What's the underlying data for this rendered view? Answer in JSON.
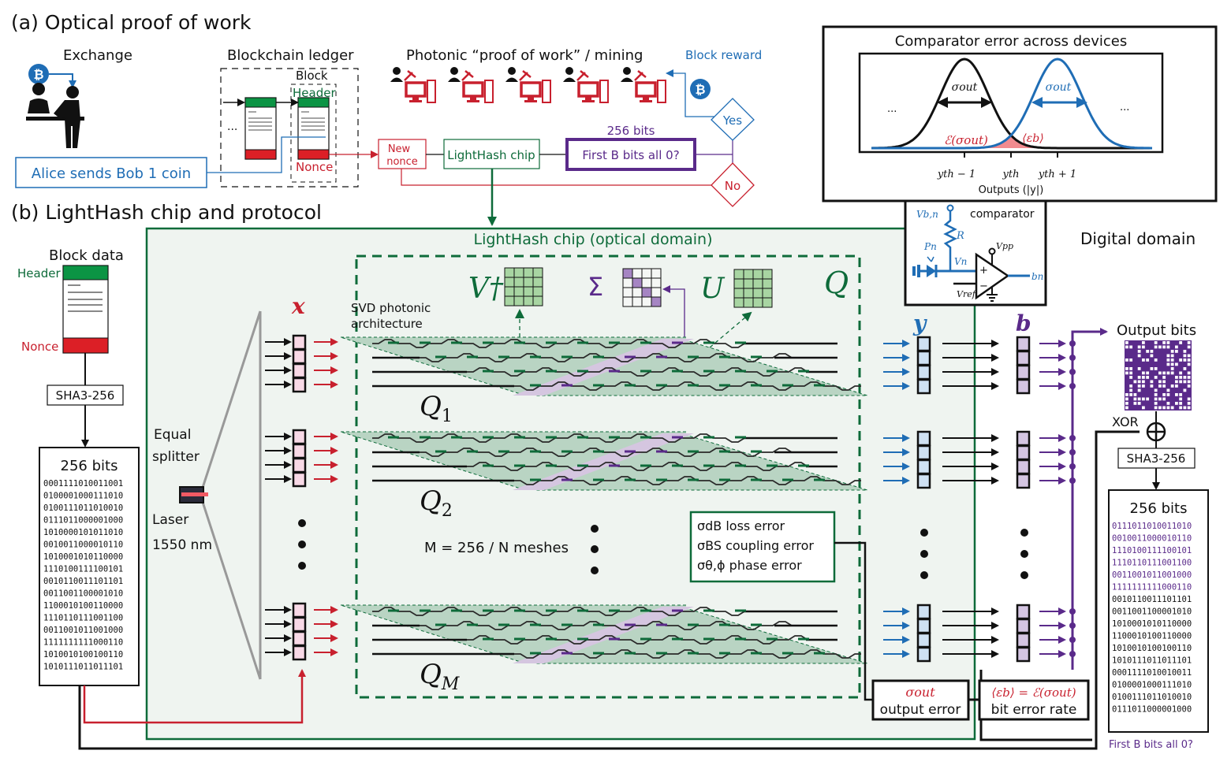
{
  "panel_a": {
    "label": "(a)  Optical proof of work",
    "exchange": {
      "title": "Exchange",
      "transaction": "Alice sends Bob 1 coin"
    },
    "ledger": {
      "title": "Blockchain ledger",
      "block": "Block",
      "header": "Header",
      "nonce": "Nonce",
      "ellipsis": "..."
    },
    "mining": {
      "title": "Photonic “proof of work” / mining",
      "miner_count": 5,
      "block_reward": "Block reward"
    },
    "flow": {
      "new_nonce_1": "New",
      "new_nonce_2": "nonce",
      "lighthash_chip": "LightHash chip",
      "bits_label": "256 bits",
      "check": "First B bits all 0?",
      "yes": "Yes",
      "no": "No"
    }
  },
  "comparator_panel": {
    "title": "Comparator error across devices",
    "sigma_left": "σout",
    "sigma_right": "σout",
    "error_label": "ℰ(σout)",
    "eps_label": "⟨εb⟩",
    "ellipsis_left": "...",
    "ellipsis_right": "...",
    "ticks": [
      "yth − 1",
      "yth",
      "yth + 1"
    ],
    "xlabel": "Outputs (|y|)"
  },
  "comparator_circuit": {
    "title": "comparator",
    "vbn": "Vb,n",
    "r": "R",
    "pn": "Pn",
    "vn": "Vn",
    "vpp": "Vpp",
    "vref": "Vref",
    "bn": "bn",
    "plus": "+",
    "minus": "−"
  },
  "panel_b": {
    "label": "(b)  LightHash chip and protocol",
    "digital_domain": "Digital domain",
    "block_data": {
      "title": "Block data",
      "header": "Header",
      "nonce": "Nonce"
    },
    "sha_left": "SHA3-256",
    "input_bits": {
      "title": "256 bits",
      "rows": [
        "0001111010011001",
        "0100001000111010",
        "0100111011010010",
        "0111011000001000",
        "1010000101011010",
        "0010011000010110",
        "1010001010110000",
        "1110100111100101",
        "0010110011101101",
        "0011001100001010",
        "1100010100110000",
        "1110110111001100",
        "0011001011001000",
        "1111111111000110",
        "1010010100100110",
        "1010111011011101"
      ]
    },
    "chip": {
      "title": "LightHash chip (optical domain)",
      "svd_1": "SVD photonic",
      "svd_2": "architecture",
      "v_dagger": "V†",
      "sigma": "Σ",
      "u": "U",
      "q": "Q",
      "x": "x",
      "y": "y",
      "b": "b",
      "splitter_1": "Equal",
      "splitter_2": "splitter",
      "laser_1": "Laser",
      "laser_2": "1550 nm",
      "meshes": [
        {
          "q": "Q",
          "sub": "1"
        },
        {
          "q": "Q",
          "sub": "2"
        },
        {
          "q": "Q",
          "sub": "M"
        }
      ],
      "mesh_count": "M = 256 / N meshes",
      "errors": [
        "σdB loss error",
        "σBS coupling error",
        "σθ,ϕ phase error"
      ]
    },
    "output_error": {
      "sym": "σout",
      "label": "output error"
    },
    "bit_error_rate": {
      "sym": "⟨εb⟩ = ℰ(σout)",
      "label": "bit error rate"
    },
    "output_bits": "Output bits",
    "xor": "XOR",
    "sha_right": "SHA3-256",
    "output_bits_box": {
      "title": "256 bits",
      "highlighted_rows": [
        "0111011010011010",
        "0010011000010110",
        "1110100111100101",
        "1110110111001100",
        "0011001011001000",
        "1111111111000110"
      ],
      "rows": [
        "0010110011101101",
        "0011001100001010",
        "1010001010110000",
        "1100010100110000",
        "1010010100100110",
        "1010111011011101",
        "0001111010010011",
        "0100001000111010",
        "0100111011010010",
        "0111011000001000"
      ]
    },
    "final_check": "First B bits all 0?"
  },
  "colors": {
    "green": "#0e6b3a",
    "header_green": "#0b9444",
    "red": "#c8202e",
    "nonce_red": "#dc1f26",
    "blue": "#1f6db5",
    "purple": "#5a2a8a",
    "chip_bg": "#eff4f0",
    "mesh_green": "#b9d4c3",
    "mesh_purple": "#d5c6e0",
    "pink": "#f8d9e6",
    "light_blue": "#cfe1f3",
    "light_purple": "#d4c5e2",
    "matrix_green": "#a8d5a2"
  }
}
